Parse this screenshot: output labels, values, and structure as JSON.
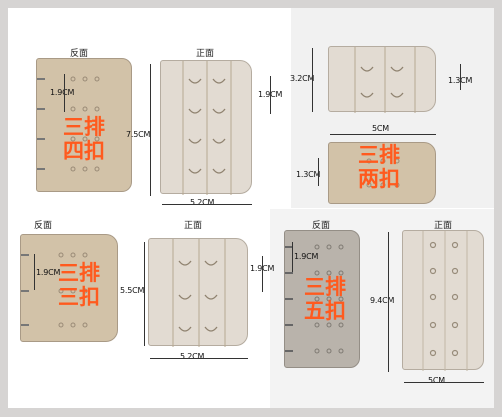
{
  "labels": {
    "back": "反面",
    "front": "正面"
  },
  "products": {
    "p34": {
      "line1": "三排",
      "line2": "四扣",
      "h_small": "1.9CM",
      "h_small_front": "1.9CM",
      "height": "7.5CM",
      "width": "5.2CM"
    },
    "p32": {
      "height": "3.2CM",
      "h_small": "1.3CM",
      "width": "5CM"
    },
    "p32b": {
      "line1": "三排",
      "line2": "两扣",
      "h_small": "1.3CM"
    },
    "p33": {
      "line1": "三排",
      "line2": "三扣",
      "h_small": "1.9CM",
      "h_small_front": "1.9CM",
      "height": "5.5CM",
      "width": "5.2CM"
    },
    "p35": {
      "line1": "三排",
      "line2": "五扣",
      "h_small": "1.9CM",
      "height": "9.4CM",
      "width": "5CM"
    }
  },
  "colors": {
    "accent": "#ff5a1e",
    "fabric_beige": "#d2c2a8",
    "fabric_grey": "#b9b3ab"
  }
}
